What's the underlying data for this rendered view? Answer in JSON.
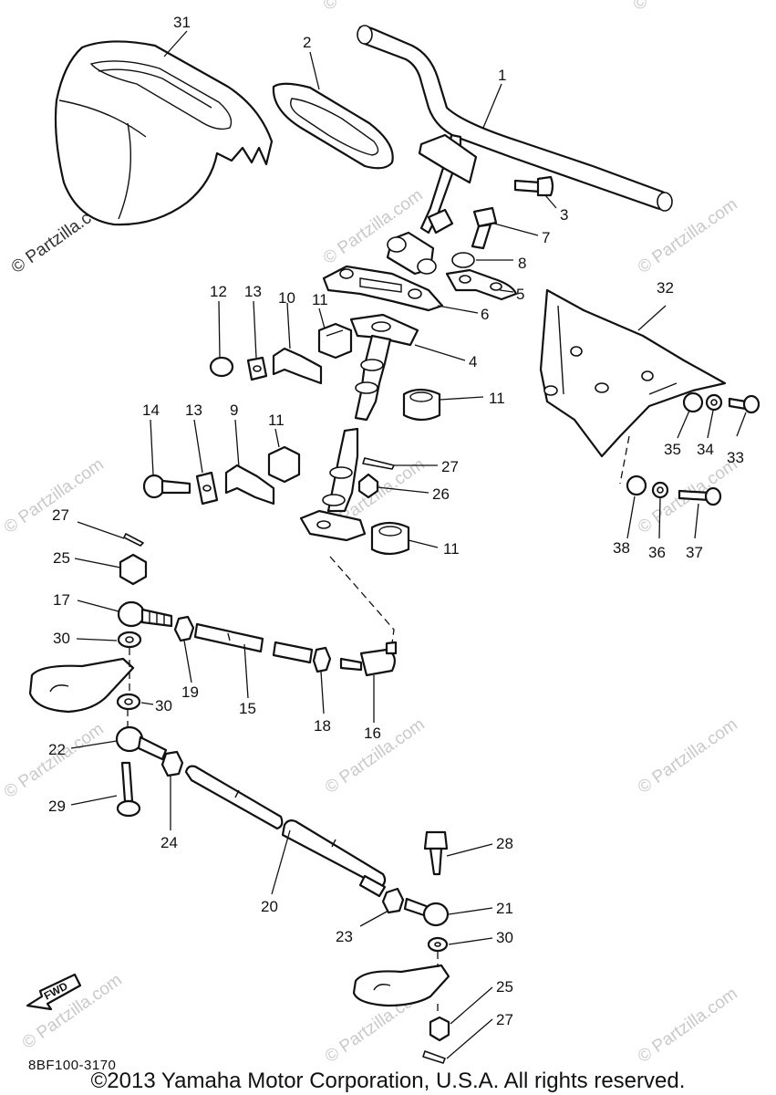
{
  "watermark": "© Partzilla.com",
  "fwd_label": "FWD",
  "catalog_code": "8BF100-3170",
  "copyright": "©2013  Yamaha Motor Corporation, U.S.A. All rights reserved.",
  "callouts": {
    "c1": "1",
    "c2": "2",
    "c3": "3",
    "c4": "4",
    "c5": "5",
    "c6": "6",
    "c7": "7",
    "c8": "8",
    "c9": "9",
    "c10": "10",
    "c11a": "11",
    "c11b": "11",
    "c11c": "11",
    "c11d": "11",
    "c12": "12",
    "c13a": "13",
    "c13b": "13",
    "c14": "14",
    "c15": "15",
    "c16": "16",
    "c17": "17",
    "c18": "18",
    "c19": "19",
    "c20": "20",
    "c21": "21",
    "c22": "22",
    "c23": "23",
    "c24": "24",
    "c25a": "25",
    "c25b": "25",
    "c26": "26",
    "c27a": "27",
    "c27b": "27",
    "c27c": "27",
    "c28": "28",
    "c29": "29",
    "c30a": "30",
    "c30b": "30",
    "c30c": "30",
    "c31": "31",
    "c32": "32",
    "c33": "33",
    "c34": "34",
    "c35": "35",
    "c36": "36",
    "c37": "37",
    "c38": "38"
  }
}
